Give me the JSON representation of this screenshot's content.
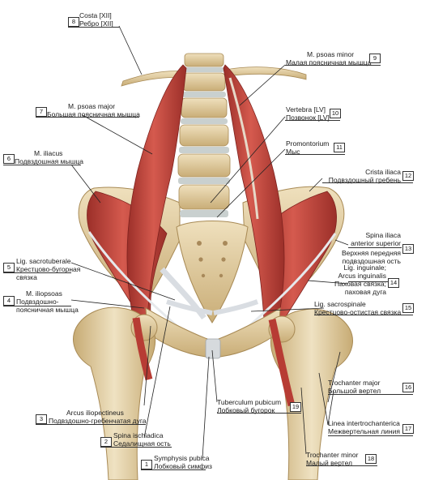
{
  "labels": {
    "l1": {
      "num": "1",
      "latin": "Symphysis pubica",
      "russian": "Лобковый симфиз"
    },
    "l2": {
      "num": "2",
      "latin": "Spina ischiadica",
      "russian": "Седалищная ость"
    },
    "l3": {
      "num": "3",
      "latin": "Arcus iliopectineus",
      "russian": "Подвздошно-гребенчатая дуга"
    },
    "l4": {
      "num": "4",
      "latin": "M. iliopsoas",
      "russian1": "Подвздошно-",
      "russian2": "поясничная мышца"
    },
    "l5": {
      "num": "5",
      "latin": "Lig. sacrotuberale",
      "russian1": "Крестцово-бугорная",
      "russian2": "связка"
    },
    "l6": {
      "num": "6",
      "latin": "M. iliacus",
      "russian": "Подвздошная мышца"
    },
    "l7": {
      "num": "7",
      "latin": "M. psoas major",
      "russian": "Большая поясничная мышца"
    },
    "l8": {
      "num": "8",
      "latin": "Costa [XII]",
      "russian": "Ребро [XII]"
    },
    "l9": {
      "num": "9",
      "latin": "M. psoas minor",
      "russian": "Малая поясничная мышца"
    },
    "l10": {
      "num": "10",
      "latin": "Vertebra [LV]",
      "russian": "Позвонок [LV]"
    },
    "l11": {
      "num": "11",
      "latin": "Promontorium",
      "russian": "Мыс"
    },
    "l12": {
      "num": "12",
      "latin": "Crista iliaca",
      "russian": "Подвздошный гребень"
    },
    "l13": {
      "num": "13",
      "latin1": "Spina iliaca",
      "latin2": "anterior superior",
      "russian1": "Верхняя передняя",
      "russian2": "подвздошная ость"
    },
    "l14": {
      "num": "14",
      "latin1": "Lig. inguinale;",
      "latin2": "Arcus inguinalis",
      "russian1": "Паховая связка;",
      "russian2": "паховая дуга"
    },
    "l15": {
      "num": "15",
      "latin": "Lig. sacrospinale",
      "russian": "Крестцово-остистая связка"
    },
    "l16": {
      "num": "16",
      "latin": "Trochanter major",
      "russian": "Большой вертел"
    },
    "l17": {
      "num": "17",
      "latin": "Linea intertrochanterica",
      "russian": "Межвертельная линия"
    },
    "l18": {
      "num": "18",
      "latin": "Trochanter minor",
      "russian": "Малый вертел"
    },
    "l19": {
      "num": "19",
      "latin": "Tuberculum pubicum",
      "russian": "Лобковый бугорок"
    }
  },
  "colors": {
    "muscle": "#c8483f",
    "muscle_dark": "#8f2a26",
    "bone": "#e2cfa4",
    "bone_dark": "#b89a62",
    "disc": "#c9d0cf",
    "ligament": "#d9dde2",
    "leader": "#222222"
  }
}
